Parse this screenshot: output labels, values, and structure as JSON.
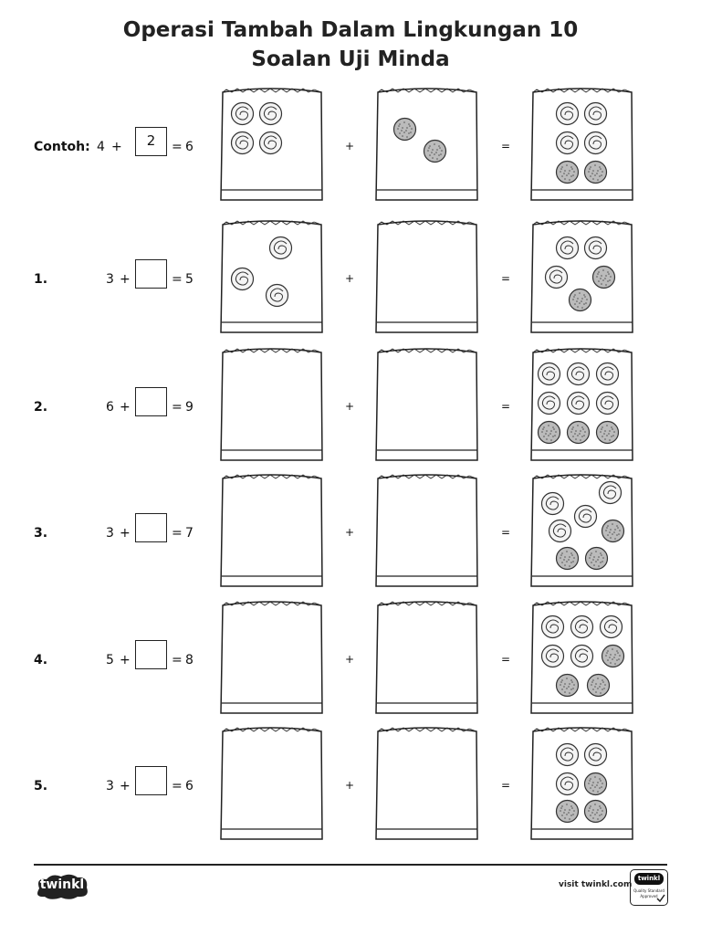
{
  "title": {
    "line1": "Operasi Tambah Dalam Lingkungan 10",
    "line2": "Soalan Uji Minda"
  },
  "symbols": {
    "plus": "+",
    "equals": "=",
    "colon": ":"
  },
  "rows": [
    {
      "label": "Contoh",
      "a": "4",
      "answer": "2",
      "sum": "6",
      "bag_a": [
        "swirl",
        "swirl",
        "swirl",
        "swirl"
      ],
      "bag_b": [
        "dotted",
        "dotted"
      ],
      "bag_c": [
        "swirl",
        "swirl",
        "swirl",
        "swirl",
        "dotted",
        "dotted"
      ]
    },
    {
      "label": "1.",
      "a": "3",
      "answer": "",
      "sum": "5",
      "bag_a": [
        "swirl",
        "swirl",
        "swirl"
      ],
      "bag_b": [],
      "bag_c": [
        "swirl",
        "swirl",
        "swirl",
        "dotted",
        "dotted"
      ]
    },
    {
      "label": "2.",
      "a": "6",
      "answer": "",
      "sum": "9",
      "bag_a": [],
      "bag_b": [],
      "bag_c": [
        "swirl",
        "swirl",
        "swirl",
        "swirl",
        "swirl",
        "swirl",
        "dotted",
        "dotted",
        "dotted"
      ]
    },
    {
      "label": "3.",
      "a": "3",
      "answer": "",
      "sum": "7",
      "bag_a": [],
      "bag_b": [],
      "bag_c": [
        "swirl",
        "swirl",
        "swirl",
        "swirl",
        "dotted",
        "dotted",
        "dotted"
      ]
    },
    {
      "label": "4.",
      "a": "5",
      "answer": "",
      "sum": "8",
      "bag_a": [],
      "bag_b": [],
      "bag_c": [
        "swirl",
        "swirl",
        "swirl",
        "swirl",
        "swirl",
        "dotted",
        "dotted",
        "dotted"
      ]
    },
    {
      "label": "5.",
      "a": "3",
      "answer": "",
      "sum": "6",
      "bag_a": [],
      "bag_b": [],
      "bag_c": [
        "swirl",
        "swirl",
        "swirl",
        "dotted",
        "dotted",
        "dotted"
      ]
    }
  ],
  "footer": {
    "logo": "twinkl",
    "visit": "visit twinkl.com",
    "badge": {
      "name": "twinkl",
      "line1": "Quality Standard",
      "line2": "Approved"
    }
  },
  "colors": {
    "ink": "#222222",
    "counter_fill": "#bbbbbb"
  },
  "icons": {
    "swirl_counter": "swirl-counter-icon",
    "dotted_counter": "dotted-counter-icon",
    "bag": "paper-bag-icon",
    "logo": "twinkl-star-logo",
    "badge": "quality-badge-icon"
  }
}
